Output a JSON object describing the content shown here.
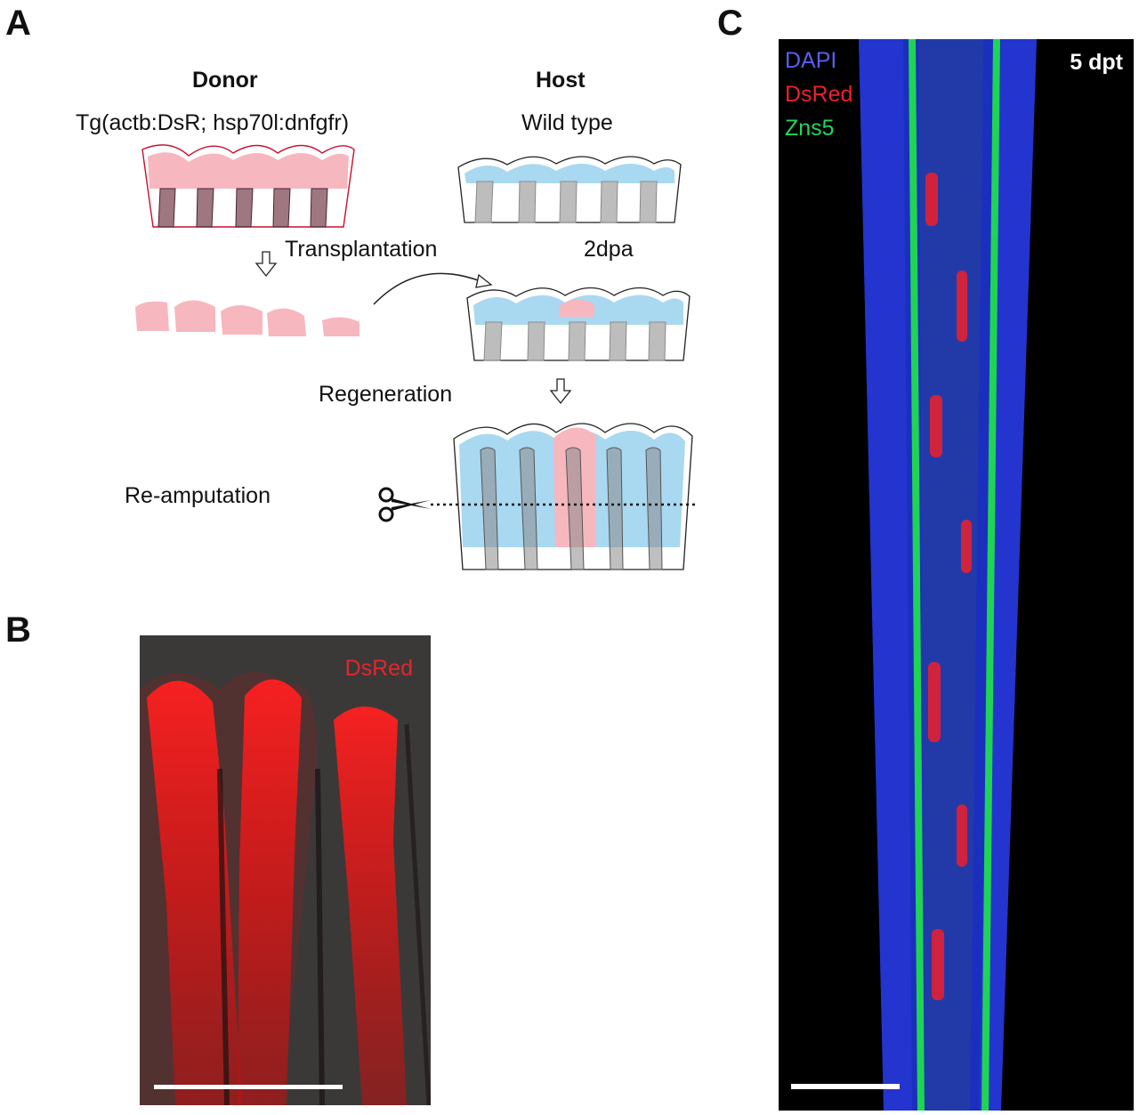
{
  "panels": {
    "a": "A",
    "b": "B",
    "c": "C"
  },
  "diagram": {
    "donor_title": "Donor",
    "donor_genotype": "Tg(actb:DsR; hsp70l:dnfgfr)",
    "host_title": "Host",
    "host_genotype": "Wild type",
    "step_transplantation": "Transplantation",
    "step_2dpa": "2dpa",
    "step_regeneration": "Regeneration",
    "step_reamputation": "Re-amputation",
    "colors": {
      "donor_pink": "#f7b7bf",
      "host_blue": "#a9d8f1",
      "ray_gray": "#bdbdbd",
      "ray_dark": "#7d4a55"
    }
  },
  "image_b": {
    "label": "DsRed",
    "label_color": "#e0282e"
  },
  "image_c": {
    "channels": [
      {
        "name": "DAPI",
        "color": "#5a5ef0"
      },
      {
        "name": "DsRed",
        "color": "#ef1f2a"
      },
      {
        "name": "Zns5",
        "color": "#22d65a"
      }
    ],
    "timepoint": "5 dpt"
  }
}
